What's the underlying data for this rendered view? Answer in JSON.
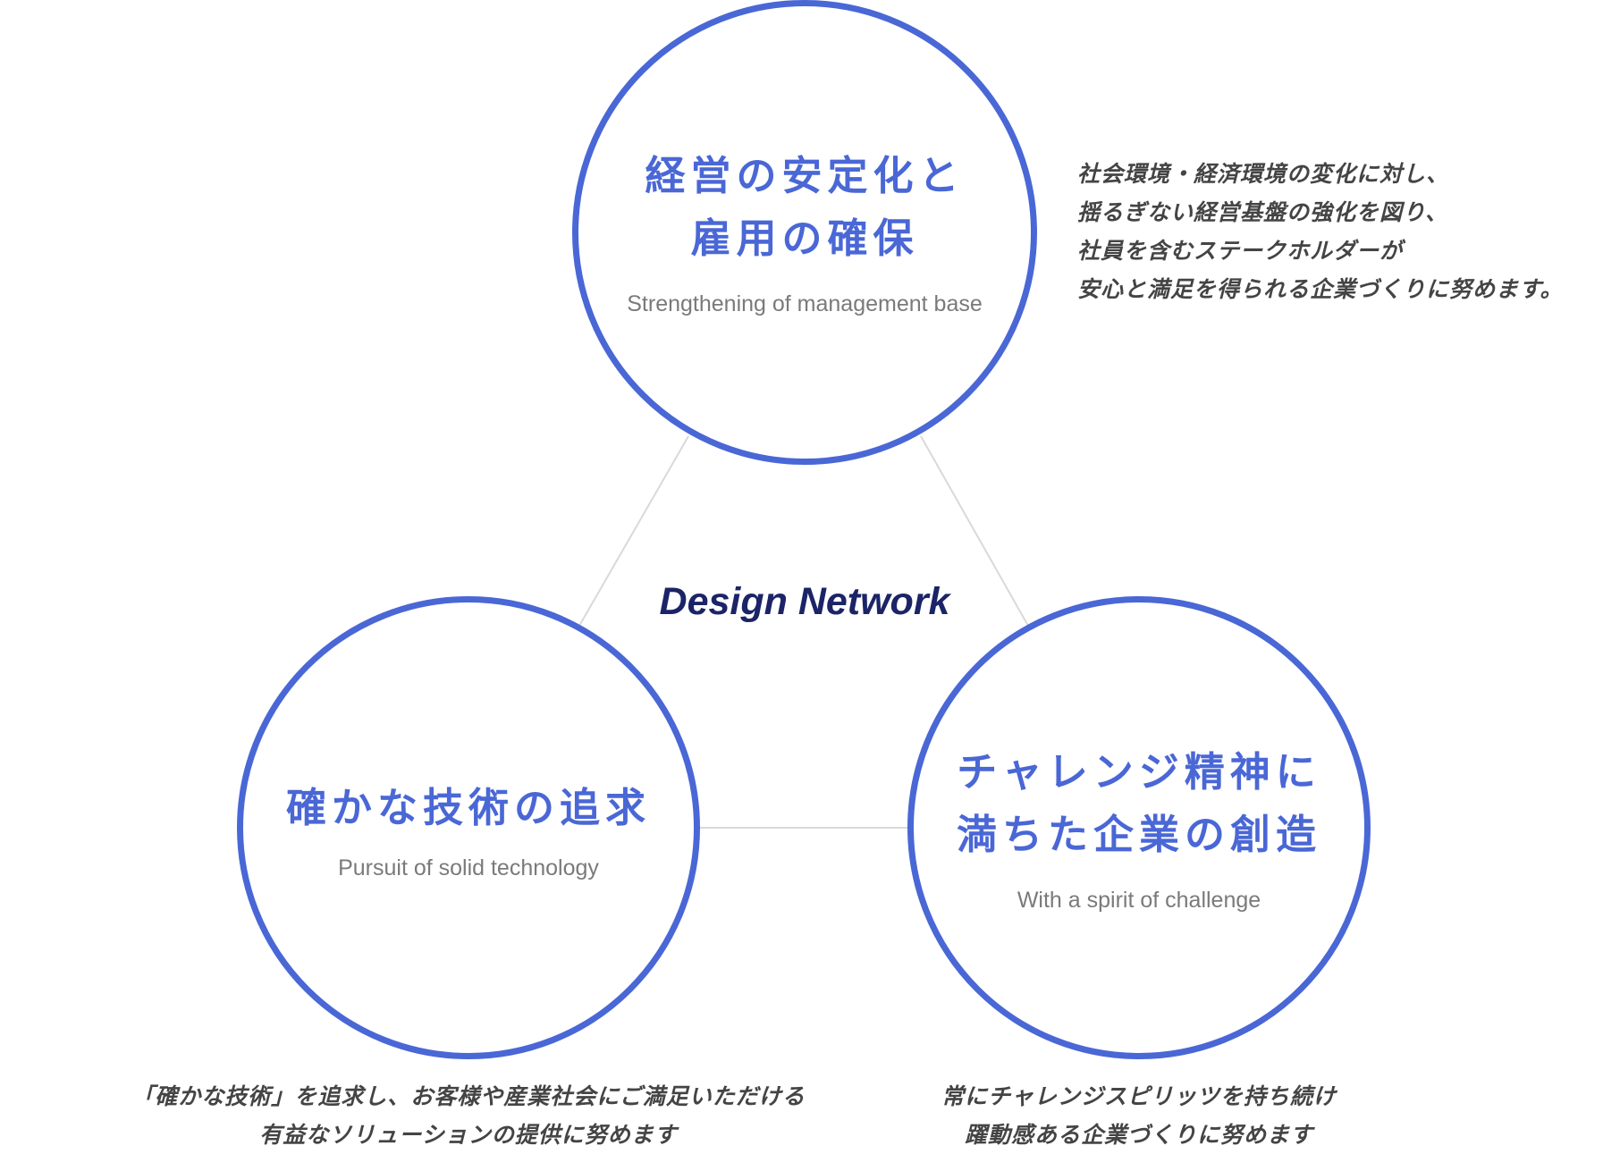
{
  "colors": {
    "accent": "#4a67d6",
    "center_label": "#1b2466",
    "connector": "#d9d9d9",
    "subtitle": "#7a7a7a",
    "description": "#444444"
  },
  "center_label": "Design Network",
  "nodes": {
    "top": {
      "title_lines": [
        "経営の安定化と",
        "雇用の確保"
      ],
      "subtitle": "Strengthening of management base",
      "description_lines": [
        "社会環境・経済環境の変化に対し、",
        "揺るぎない経営基盤の強化を図り、",
        "社員を含むステークホルダーが",
        "安心と満足を得られる企業づくりに努めます。"
      ]
    },
    "left": {
      "title_lines": [
        "確かな技術の追求"
      ],
      "subtitle": "Pursuit of solid technology",
      "description_lines": [
        "「確かな技術」を追求し、お客様や産業社会にご満足いただける",
        "有益なソリューションの提供に努めます"
      ]
    },
    "right": {
      "title_lines": [
        "チャレンジ精神に",
        "満ちた企業の創造"
      ],
      "subtitle": "With a spirit of challenge",
      "description_lines": [
        "常にチャレンジスピリッツを持ち続け",
        "躍動感ある企業づくりに努めます"
      ]
    }
  }
}
